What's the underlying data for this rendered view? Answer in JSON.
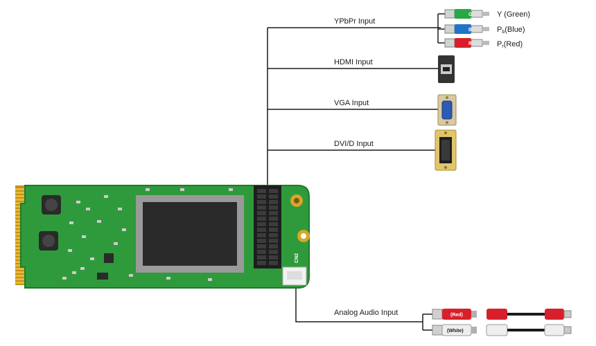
{
  "inputs": {
    "ypbpr": "YPbPr Input",
    "hdmi": "HDMI Input",
    "vga": "VGA Input",
    "dvi": "DVI/D Input",
    "audio": "Analog Audio Input"
  },
  "component": {
    "y_label": "Y (Green)",
    "pb_label_main": "P",
    "pb_label_sub": "b",
    "pb_label_rest": "(Blue)",
    "pr_label_main": "P",
    "pr_label_sub": "r",
    "pr_label_rest": "(Red)",
    "y_tag": "G",
    "pb_tag": "B",
    "pr_tag": "R"
  },
  "audio": {
    "red_tag": "(Red)",
    "white_tag": "(White)"
  },
  "board": {
    "silk": "CN2"
  },
  "colors": {
    "pcb": "#2f9a3c",
    "pcb_dark": "#1f7a2b",
    "gold": "#d8a629",
    "chip": "#2a2a2a",
    "wire": "#1a1a1a",
    "green": "#28a745",
    "blue": "#1f74c9",
    "red": "#d7202b",
    "white": "#eeeeee"
  }
}
